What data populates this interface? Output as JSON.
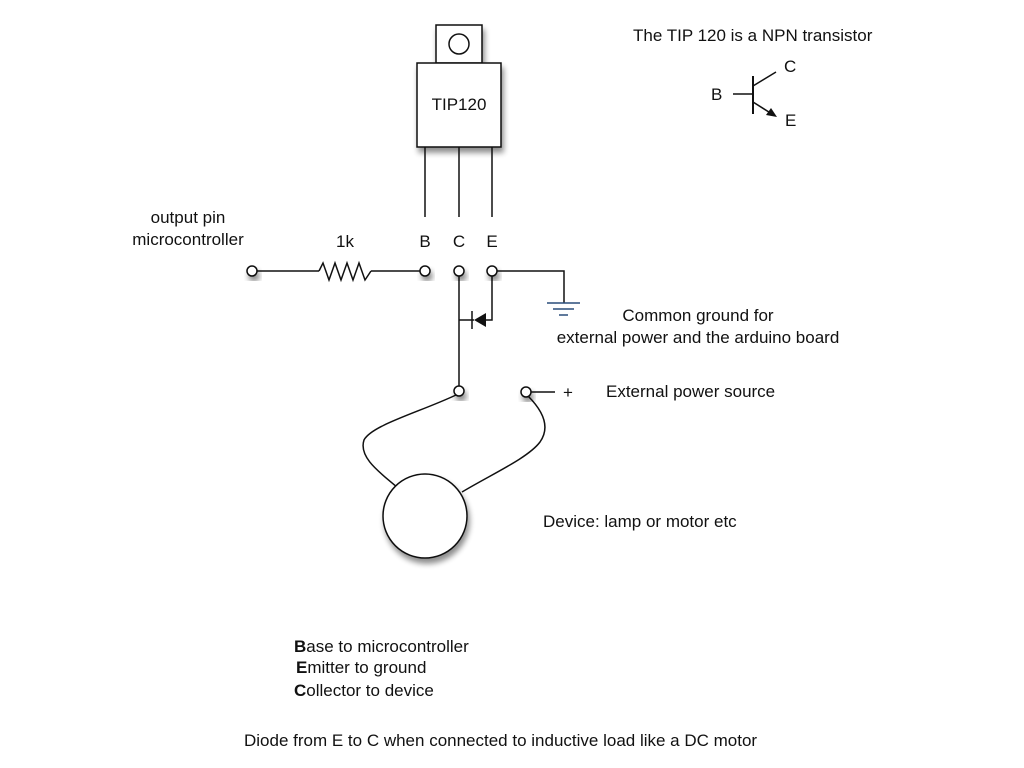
{
  "transistor": {
    "package_label": "TIP120",
    "pin_labels": [
      "B",
      "C",
      "E"
    ]
  },
  "npn_note": {
    "title": "The TIP 120 is a NPN transistor",
    "symbol_labels": {
      "base": "B",
      "collector": "C",
      "emitter": "E"
    }
  },
  "input": {
    "label_line1": "output pin",
    "label_line2": "microcontroller"
  },
  "resistor": {
    "label": "1k"
  },
  "ground": {
    "label_line1": "Common ground for",
    "label_line2": "external power and the arduino board"
  },
  "power": {
    "polarity": "+",
    "label": "External power source"
  },
  "device": {
    "label": "Device: lamp or motor etc"
  },
  "legend": [
    {
      "initial": "B",
      "rest": "ase to microcontroller"
    },
    {
      "initial": "E",
      "rest": "mitter to ground"
    },
    {
      "initial": "C",
      "rest": "ollector to device"
    }
  ],
  "footnote": "Diode from E to C when connected to inductive load like a DC motor",
  "colors": {
    "ground_accent": "#2a4d7a",
    "stroke": "#111111"
  }
}
